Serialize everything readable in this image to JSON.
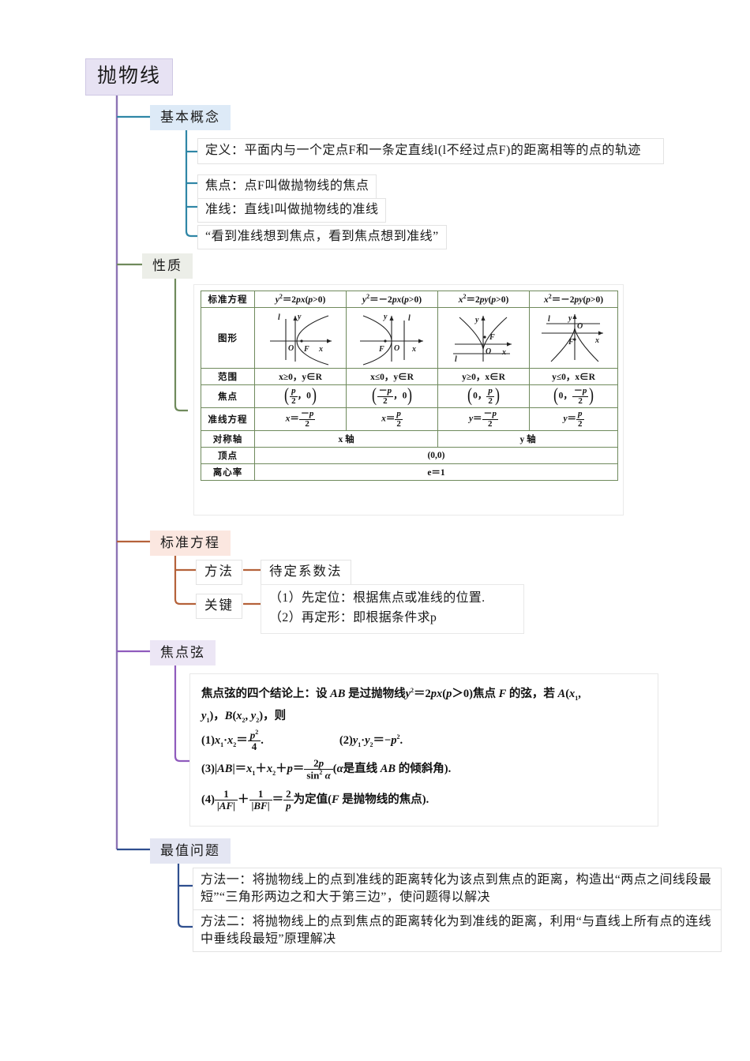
{
  "root": {
    "label": "抛物线"
  },
  "branches": [
    {
      "id": "concept",
      "label": "基本概念",
      "children": [
        {
          "label": "定义：平面内与一个定点F和一条定直线l(l不经过点F)的距离相等的点的轨迹"
        },
        {
          "label": "焦点：点F叫做抛物线的焦点"
        },
        {
          "label": "准线：直线l叫做抛物线的准线"
        },
        {
          "label": "“看到准线想到焦点，看到焦点想到准线”"
        }
      ]
    },
    {
      "id": "properties",
      "label": "性质",
      "table": {
        "rows": [
          {
            "header": "标准方程",
            "cells": [
              "y²＝2px(p>0)",
              "y²＝－2px(p>0)",
              "x²＝2py(p>0)",
              "x²＝－2py(p>0)"
            ]
          },
          {
            "header": "图形",
            "cells": [
              "graph-right",
              "graph-left",
              "graph-up",
              "graph-down"
            ]
          },
          {
            "header": "范围",
            "cells": [
              "x≥0，y∈R",
              "x≤0，y∈R",
              "y≥0，x∈R",
              "y≤0，x∈R"
            ]
          },
          {
            "header": "焦点",
            "cells": [
              "(p/2, 0)",
              "(−p/2, 0)",
              "(0, p/2)",
              "(0, −p/2)"
            ]
          },
          {
            "header": "准线方程",
            "cells": [
              "x＝−p/2",
              "x＝p/2",
              "y＝−p/2",
              "y＝p/2"
            ]
          },
          {
            "header": "对称轴",
            "cells": [
              "x 轴",
              "y 轴"
            ]
          },
          {
            "header": "顶点",
            "cells": [
              "(0,0)"
            ]
          },
          {
            "header": "离心率",
            "cells": [
              "e＝1"
            ]
          }
        ]
      }
    },
    {
      "id": "standard-equation",
      "label": "标准方程",
      "children": [
        {
          "label": "方法",
          "value": "待定系数法"
        },
        {
          "label": "关键",
          "value_lines": [
            "（1）先定位：根据焦点或准线的位置.",
            "（2）再定形：即根据条件求p"
          ]
        }
      ]
    },
    {
      "id": "focal-chord",
      "label": "焦点弦",
      "content": {
        "line1": "焦点弦的四个结论上：设 AB 是过抛物线 y²＝2px(p＞0)焦点 F 的弦，若 A(x₁,",
        "line2": "y₁)，B(x₂, y₂)，则",
        "item1": "(1)x₁·x₂＝p²/4.",
        "item2": "(2)y₁·y₂＝−p².",
        "item3": "(3)|AB|＝x₁＋x₂＋p＝2p/sin²α (α是直线 AB 的倾斜角).",
        "item4": "(4) 1/|AF| ＋ 1/|BF| ＝ 2/p 为定值(F 是抛物线的焦点)."
      }
    },
    {
      "id": "extremum",
      "label": "最值问题",
      "children": [
        {
          "label": "方法一：将抛物线上的点到准线的距离转化为该点到焦点的距离，构造出“两点之间线段最短”“三角形两边之和大于第三边”，使问题得以解决"
        },
        {
          "label": "方法二：将抛物线上的点到焦点的距离转化为到准线的距离，利用“与直线上所有点的连线中垂线段最短”原理解决"
        }
      ]
    }
  ],
  "colors": {
    "root_fill": "#e7e2f3",
    "root_stem": "#8d74b5",
    "concept": "#2f86a6",
    "properties": "#6f8a5c",
    "standard_equation": "#b5623a",
    "focal_chord": "#8f5bbd",
    "extremum": "#2f4f8f",
    "table_border": "#6f8a5c"
  }
}
